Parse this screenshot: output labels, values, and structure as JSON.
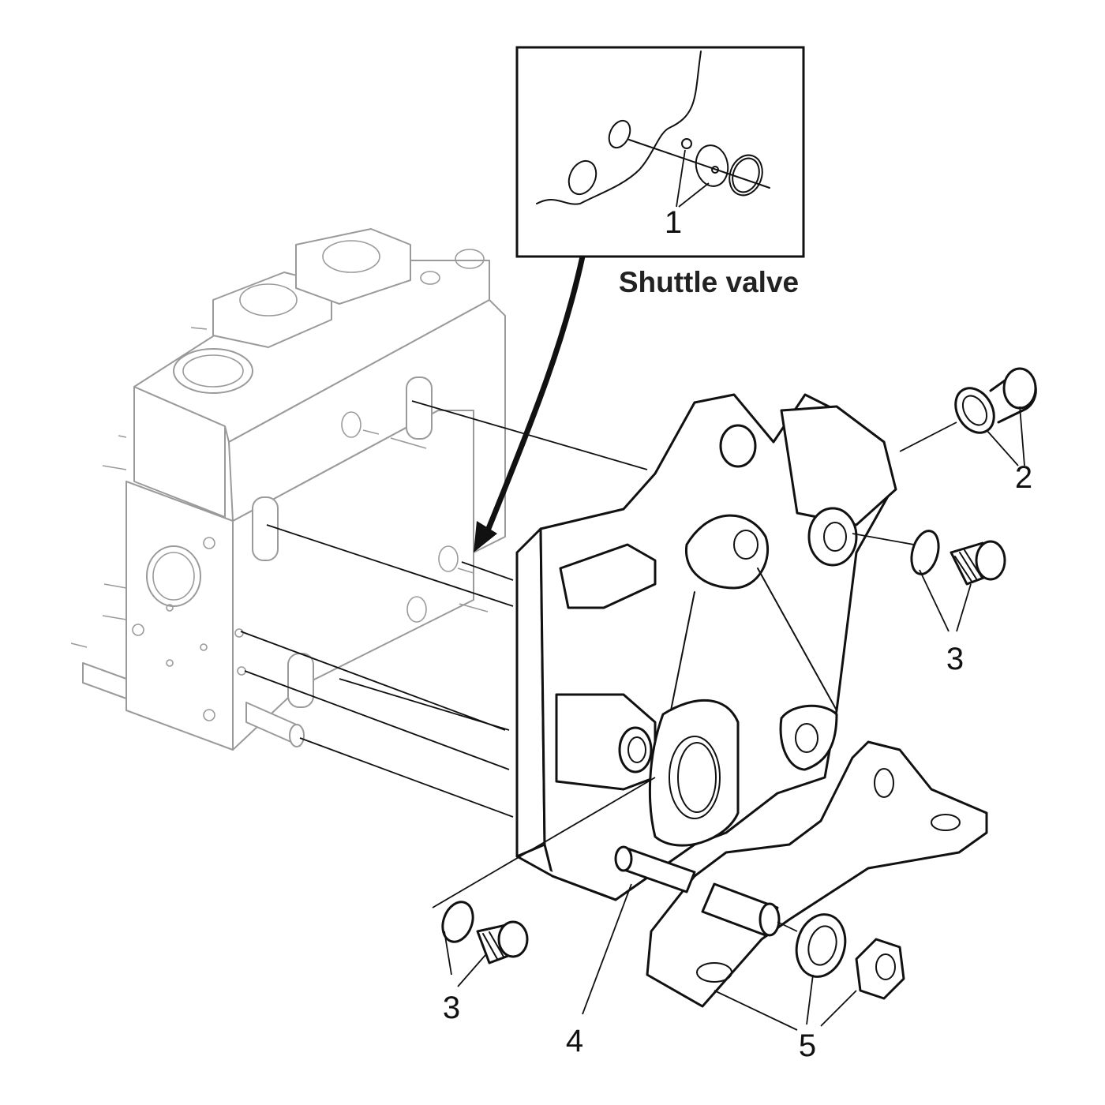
{
  "inset": {
    "title": "Shuttle valve",
    "callout": "1"
  },
  "callouts": {
    "c2": "2",
    "c3_right": "3",
    "c3_left": "3",
    "c4": "4",
    "c5": "5"
  }
}
